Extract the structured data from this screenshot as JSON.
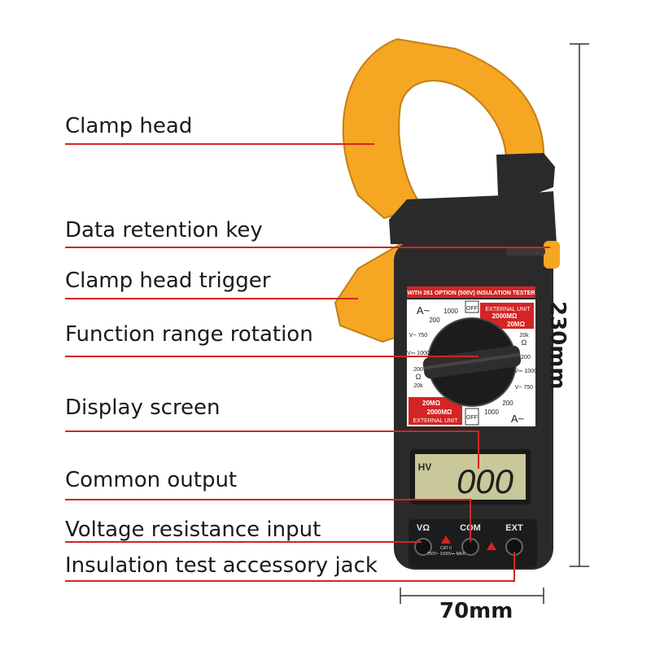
{
  "callouts": [
    {
      "id": "clamp-head",
      "text": "Clamp head"
    },
    {
      "id": "data-retention-key",
      "text": "Data retention key"
    },
    {
      "id": "clamp-head-trigger",
      "text": "Clamp head trigger"
    },
    {
      "id": "function-range-rotation",
      "text": "Function range rotation"
    },
    {
      "id": "display-screen",
      "text": "Display screen"
    },
    {
      "id": "common-output",
      "text": "Common output"
    },
    {
      "id": "voltage-resistance-input",
      "text": "Voltage resistance input"
    },
    {
      "id": "insulation-test-accessory-jack",
      "text": "Insulation test accessory jack"
    }
  ],
  "dimensions": {
    "height": "230mm",
    "width": "70mm"
  },
  "device": {
    "banner": "WITH 261 OPTION (500V) INSULATION TESTER",
    "external_unit_top": "EXTERNAL UNIT",
    "external_unit_bottom": "EXTERNAL UNIT",
    "mohm_2000_top": "2000MΩ",
    "mohm_20_top": "20MΩ",
    "mohm_20_bottom": "20MΩ",
    "mohm_2000_bottom": "2000MΩ",
    "acv_left": "A~",
    "acv_right": "A~",
    "r200_tl": "200",
    "r1000_tl": "1000",
    "off_top": "OFF",
    "off_bottom": "OFF",
    "v750_left": "V~\n750",
    "v1000_left": "V⎓\n1000",
    "ohm_200_left": "200",
    "ohm_left": "Ω",
    "ohm_20k_left": "20k",
    "ohm_20k_right": "20k",
    "ohm_right": "Ω",
    "ohm_200_right": "200",
    "v1000_right": "V⎓\n1000",
    "v750_right": "V~\n750",
    "r200_br": "200",
    "r1000_br": "1000",
    "lcd_mode": "HV",
    "lcd_value": "000",
    "jack_left": "VΩ",
    "jack_mid": "COM",
    "jack_right": "EXT",
    "cat_text": "CAT II",
    "rating_text": "750V~\n1000V⎓\nMAX"
  },
  "colors": {
    "body": "#2a2a2a",
    "clamp": "#f5a623",
    "accent_red": "#d42424",
    "lcd": "#c9c89a"
  }
}
